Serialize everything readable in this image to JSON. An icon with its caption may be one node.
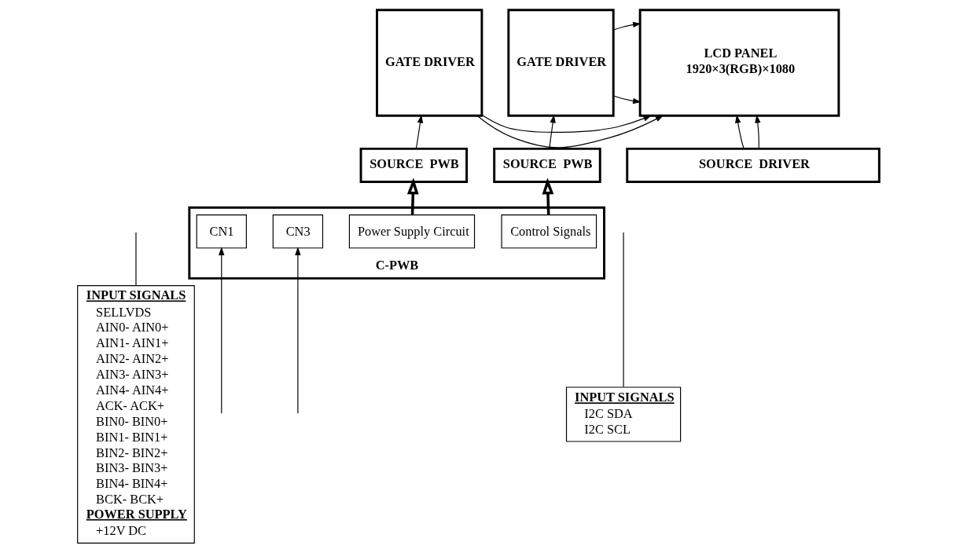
{
  "diagram": {
    "nodes": [
      {
        "text": [
          "INPUT SIGNALS",
          "SELLVDS",
          "AIN0- AIN0+",
          "AIN1- AIN1+",
          "AIN2- AIN2+",
          "AIN3- AIN3+",
          "AIN4- AIN4+",
          "ACK- ACK+",
          "BIN0- BIN0+",
          "BIN1- BIN1+",
          "BIN2- BIN2+",
          "BIN3- BIN3+",
          "BIN4- BIN4+",
          "BCK- BCK+",
          "POWER SUPPLY",
          "+12V DC"
        ]
      },
      {
        "text": [
          "GATE DRIVER"
        ]
      },
      {
        "text": [
          "LCD PANEL",
          "1920×3(RGB)×1080"
        ]
      },
      {
        "text": [
          "GATE DRIVER"
        ]
      },
      {
        "text": [
          "SOURCE  DRIVER"
        ]
      },
      {
        "text": [
          "SOURCE  PWB"
        ]
      },
      {
        "text": [
          "SOURCE  PWB"
        ]
      },
      {
        "text": [
          "C-PWB"
        ]
      },
      {
        "text": [
          "Control Signals"
        ],
        "in": 7
      },
      {
        "text": [
          "Power Supply Circuit"
        ],
        "in": 7
      },
      {
        "text": [
          "CN1"
        ],
        "in": 7
      },
      {
        "text": [
          "CN3"
        ],
        "in": 7
      },
      {
        "text": [
          "INPUT SIGNALS",
          "I2C SDA",
          "I2C SCL"
        ]
      }
    ],
    "edges": [
      {
        "from": 1,
        "to": 2,
        "arrow": "to"
      },
      {
        "from": 1,
        "to": 2,
        "arrow": "to"
      },
      {
        "from": 3,
        "to": 2,
        "arrow": "to"
      },
      {
        "from": 3,
        "to": 2,
        "arrow": "to"
      },
      {
        "from": 4,
        "to": 2,
        "arrow": "to"
      },
      {
        "from": 4,
        "to": 2,
        "arrow": "to"
      },
      {
        "from": 5,
        "to": 1,
        "arrow": "to"
      },
      {
        "from": 6,
        "to": 3,
        "arrow": "to"
      },
      {
        "from": 8,
        "to": 5,
        "arrow": "to",
        "style": "thick"
      },
      {
        "from": 9,
        "to": 6,
        "arrow": "to",
        "style": "thick"
      },
      {
        "from": null,
        "to": 10,
        "arrow": "to"
      },
      {
        "from": null,
        "to": 11,
        "arrow": "to"
      },
      {
        "from": 0,
        "to": null,
        "arrow": "none"
      },
      {
        "from": 12,
        "to": null,
        "arrow": "none"
      }
    ]
  }
}
